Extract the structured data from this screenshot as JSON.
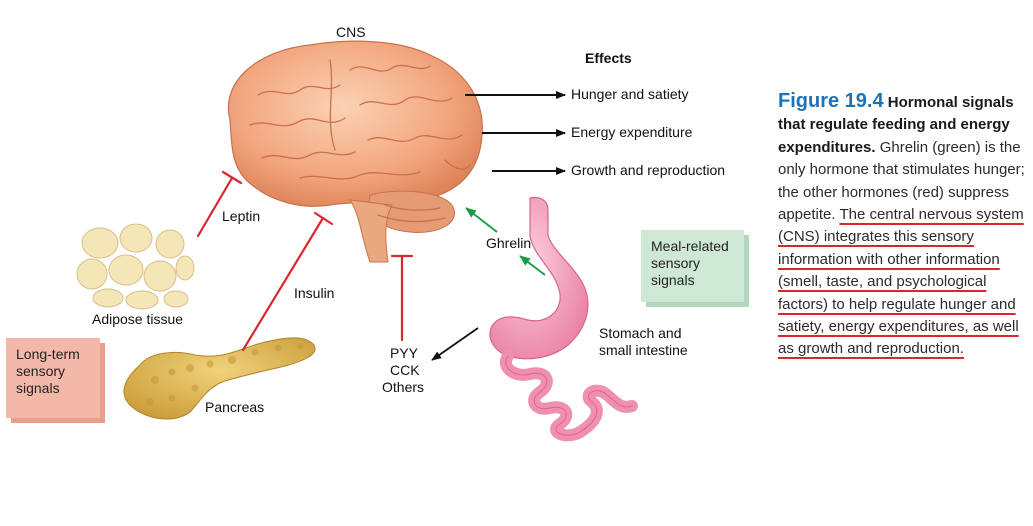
{
  "labels": {
    "cns": "CNS",
    "effects_heading": "Effects",
    "leptin": "Leptin",
    "insulin": "Insulin",
    "ghrelin": "Ghrelin",
    "adipose": "Adipose tissue",
    "pancreas": "Pancreas",
    "pyy": "PYY",
    "cck": "CCK",
    "others": "Others",
    "stomach_line1": "Stomach and",
    "stomach_line2": "small intestine"
  },
  "effects": [
    "Hunger and satiety",
    "Energy expenditure",
    "Growth and reproduction"
  ],
  "boxes": {
    "long_term": [
      "Long-term",
      "sensory",
      "signals"
    ],
    "meal_related": [
      "Meal-related",
      "sensory",
      "signals"
    ]
  },
  "caption": {
    "figure_number": "Figure 19.4",
    "title": "Hormonal signals that regulate feeding and energy expenditures.",
    "body_plain": "Ghrelin (green) is the only hormone that stimulates hunger; the other hormones (red) suppress appetite.",
    "body_underlined": "The central nervous system (CNS) integrates this sensory information with other information (smell, taste, and psychological factors) to help regulate hunger and satiety, energy expenditures, as well as growth and reproduction."
  },
  "colors": {
    "stimulate": "#1a9b4a",
    "suppress": "#d9272e",
    "figure_blue": "#1d73b5",
    "brain": "#f0a27a",
    "stomach": "#f29ab8",
    "pancreas": "#d9b04a",
    "adipose": "#f4e3b0"
  }
}
